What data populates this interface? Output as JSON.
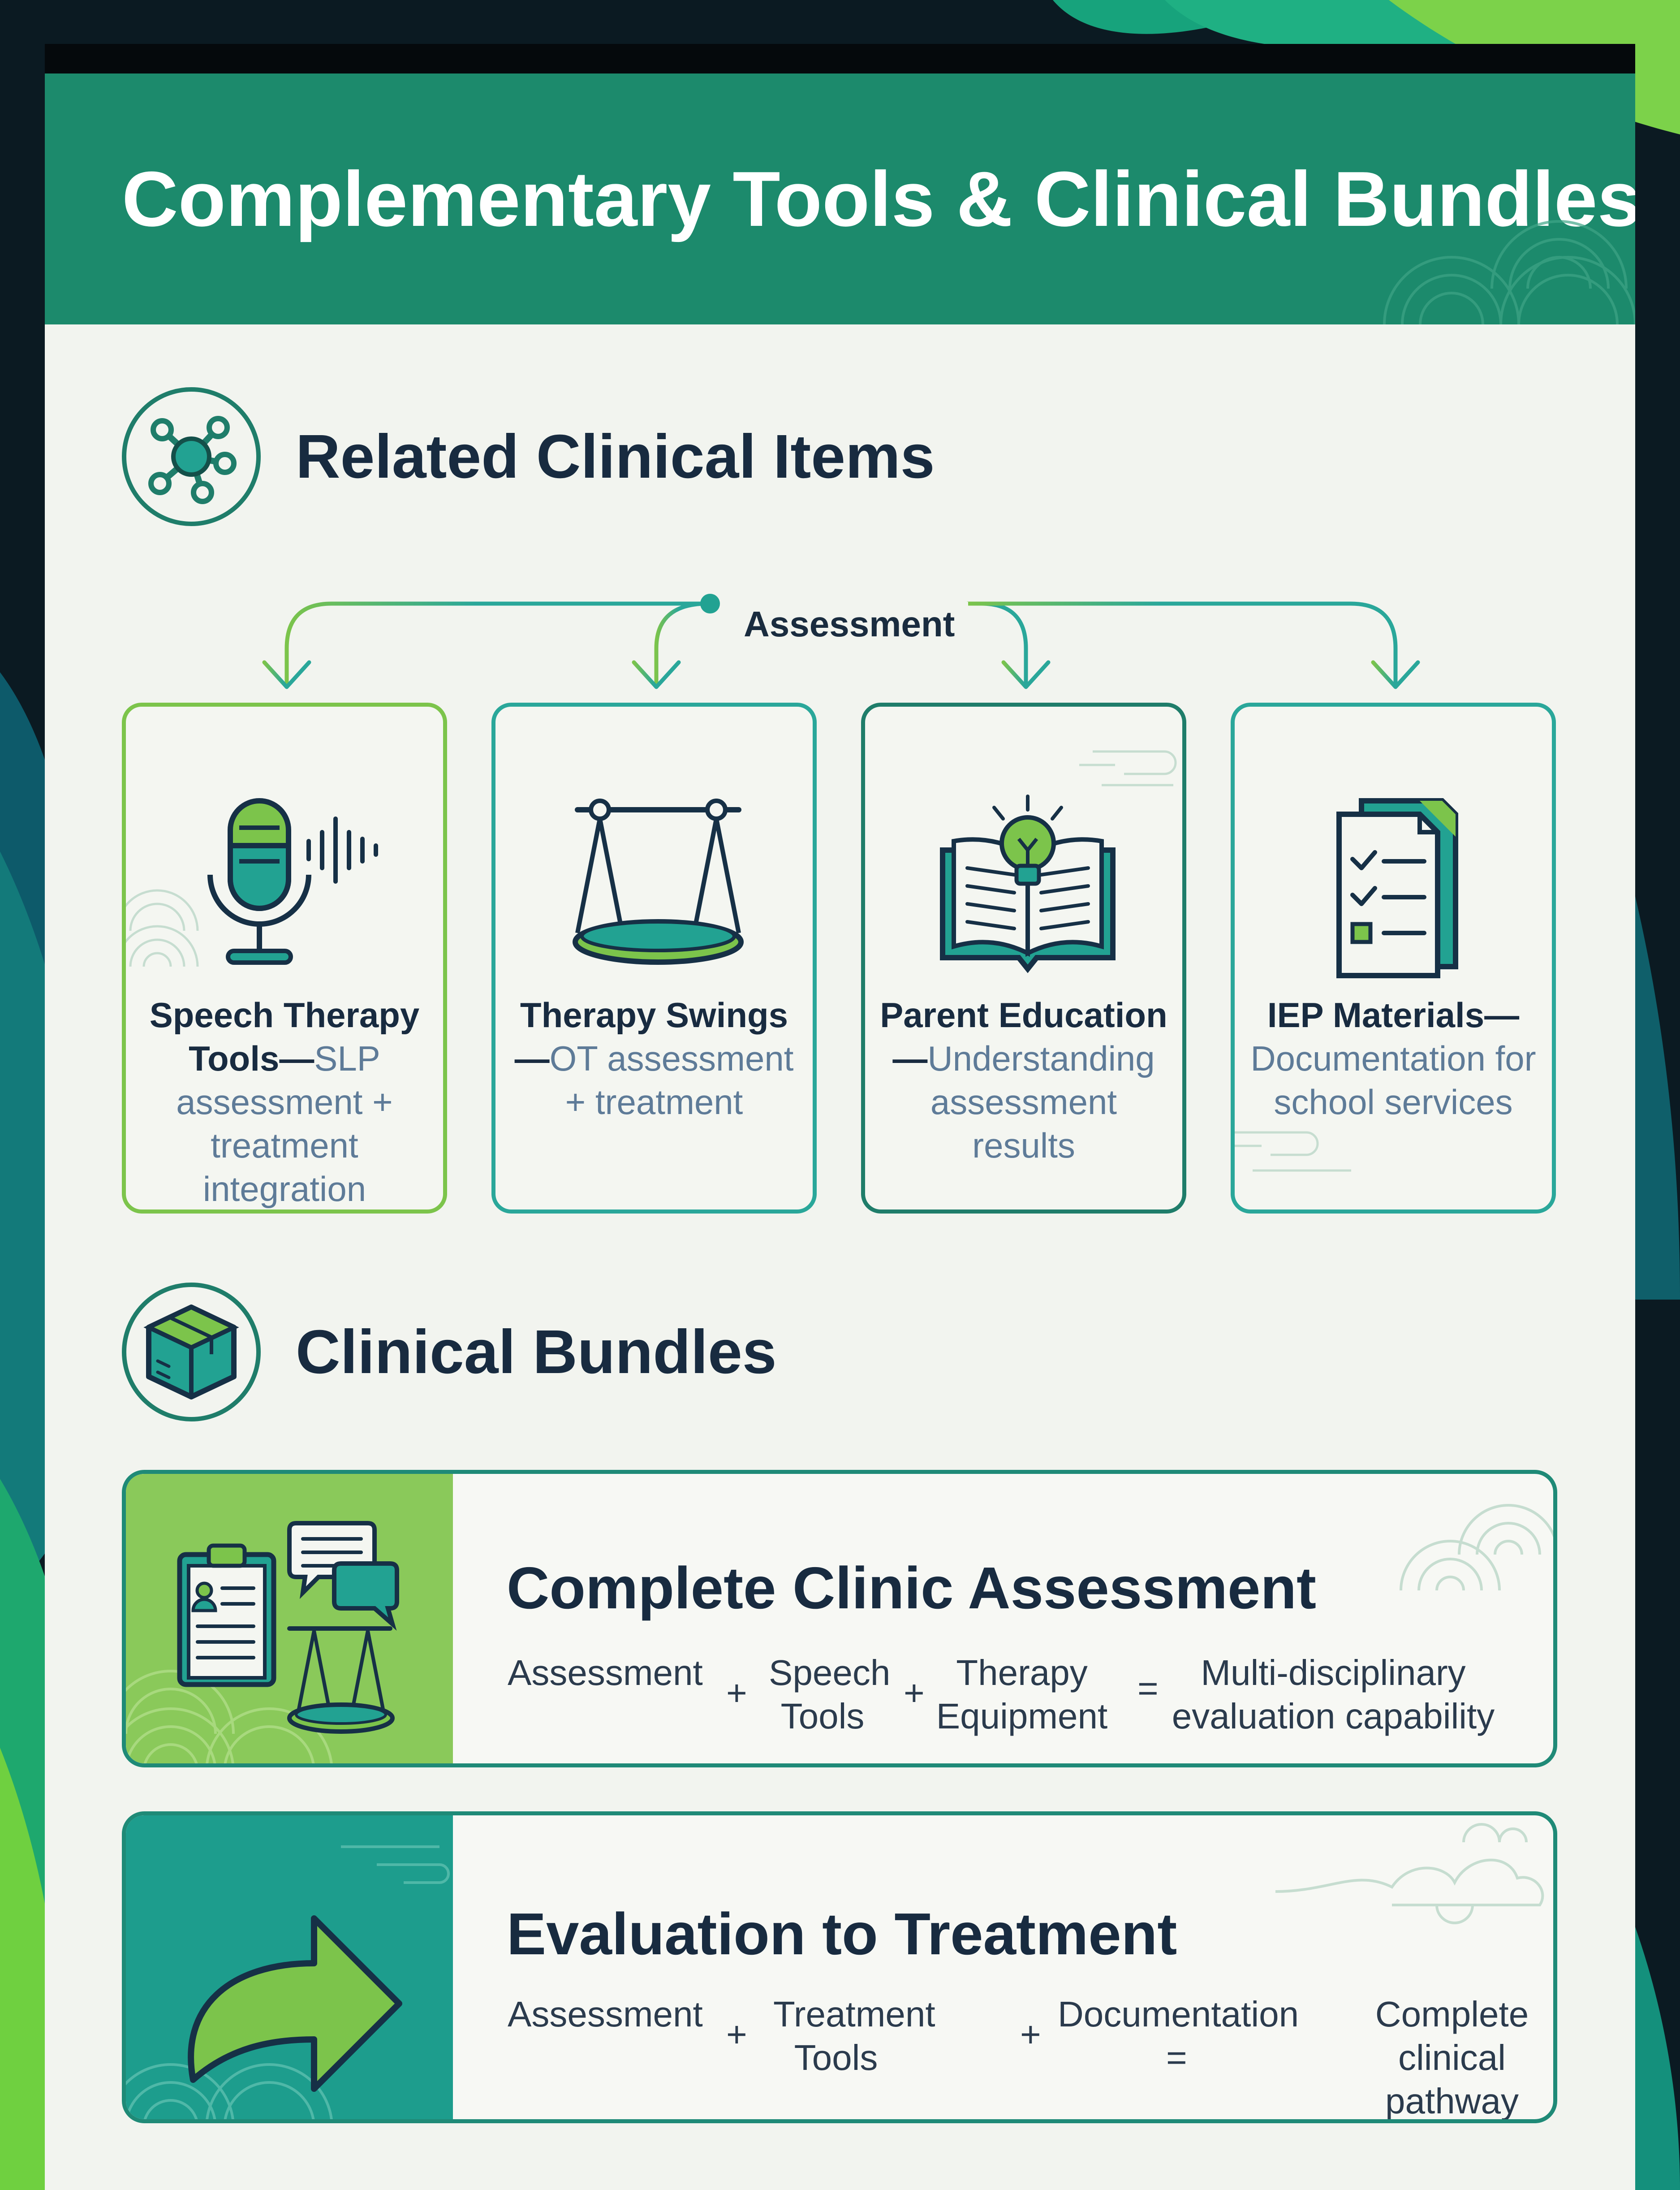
{
  "header": {
    "title": "Complementary Tools & Clinical Bundles"
  },
  "related": {
    "title": "Related Clinical Items",
    "icon": "network-icon",
    "hub_label": "Assessment",
    "cards": [
      {
        "title": "Speech Therapy Tools",
        "desc": "SLP assessment + treatment integration",
        "icon": "microphone-icon",
        "border": "#7cc44b"
      },
      {
        "title": "Therapy Swings",
        "desc": "OT assessment + treatment",
        "icon": "swing-icon",
        "border": "#2aa79a"
      },
      {
        "title": "Parent Education",
        "desc": "Understanding assessment results",
        "icon": "book-lightbulb-icon",
        "border": "#1f7d6a"
      },
      {
        "title": "IEP Materials",
        "desc": "Documentation for school services",
        "icon": "checklist-document-icon",
        "border": "#2aa79a"
      }
    ]
  },
  "bundles": {
    "title": "Clinical Bundles",
    "icon": "box-icon",
    "items": [
      {
        "title": "Complete Clinic Assessment",
        "icon": "clipboard-chat-swing-icon",
        "panel_color": "#8ac95a",
        "terms": [
          "Assessment",
          "Speech Tools",
          "Therapy Equipment"
        ],
        "result": "Multi-disciplinary evaluation capability",
        "plus": "+",
        "equals": "="
      },
      {
        "title": "Evaluation to Treatment",
        "icon": "curved-arrow-icon",
        "panel_color": "#1d9d8d",
        "terms": [
          "Assessment",
          "Treatment Tools",
          "Documentation"
        ],
        "result": "Complete clinical pathway",
        "plus": "+",
        "equals": "="
      }
    ]
  },
  "colors": {
    "header": "#1c8a6c",
    "dark_text": "#182b40",
    "muted_text": "#5e7b98",
    "accent_green": "#7cc44b",
    "accent_teal": "#2aa79a"
  }
}
